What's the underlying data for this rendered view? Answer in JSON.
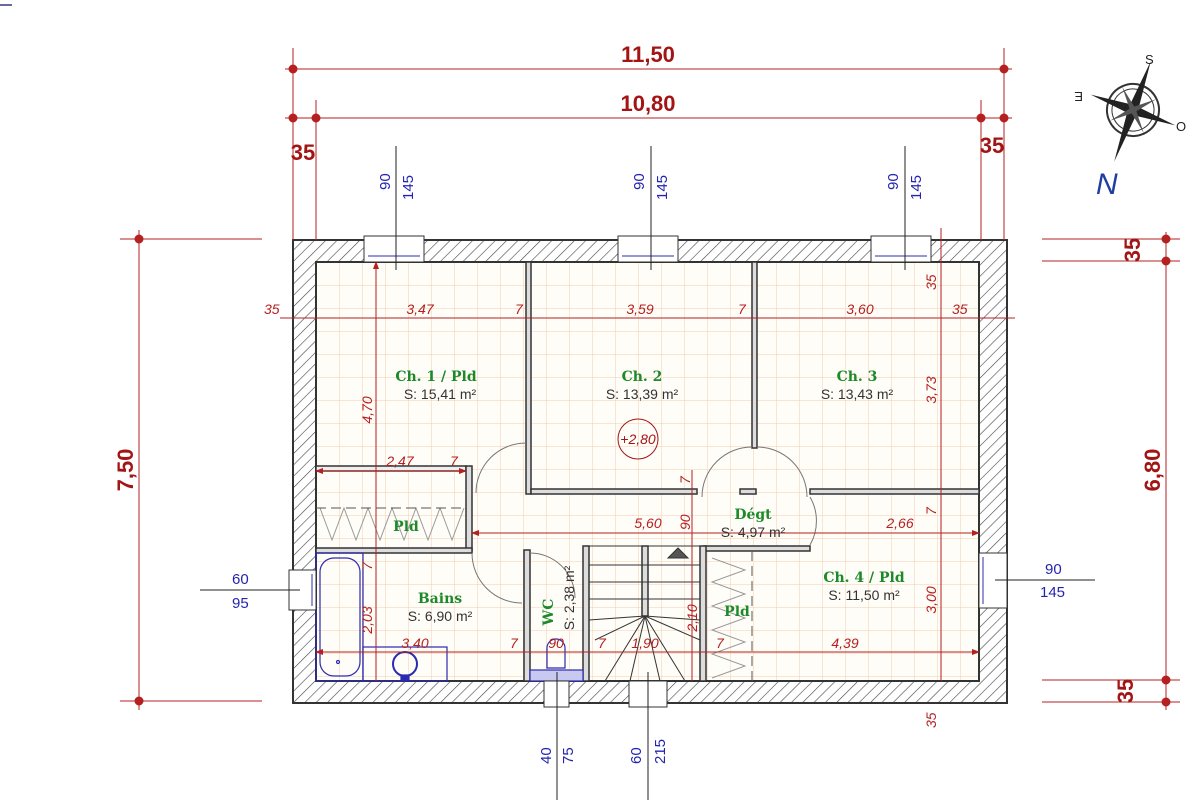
{
  "plan": {
    "overall": {
      "width_outer": "11,50",
      "width_inner": "10,80",
      "height_outer": "7,50",
      "height_inner": "6,80",
      "wall_left": "35",
      "wall_right": "35",
      "wall_top": "35",
      "wall_bottom": "35"
    },
    "windows": [
      {
        "id": "ch1-window",
        "w": "90",
        "h": "145"
      },
      {
        "id": "ch2-window",
        "w": "90",
        "h": "145"
      },
      {
        "id": "ch3-window",
        "w": "90",
        "h": "145"
      },
      {
        "id": "bains-window",
        "w": "60",
        "h": "95"
      },
      {
        "id": "ch4-window",
        "w": "90",
        "h": "145"
      },
      {
        "id": "wc-window",
        "w": "40",
        "h": "75"
      },
      {
        "id": "stair-window",
        "w": "60",
        "h": "215"
      }
    ],
    "rooms": [
      {
        "name": "Ch. 1 / Pld",
        "area": "S: 15,41 m²"
      },
      {
        "name": "Ch. 2",
        "area": "S: 13,39 m²"
      },
      {
        "name": "Ch. 3",
        "area": "S: 13,43 m²"
      },
      {
        "name": "Dégt",
        "area": "S: 4,97 m²"
      },
      {
        "name": "Ch. 4 / Pld",
        "area": "S: 11,50 m²"
      },
      {
        "name": "Bains",
        "area": "S: 6,90 m²"
      },
      {
        "name": "WC",
        "area": "S: 2,38 m²"
      },
      {
        "name": "Pld",
        "area": ""
      },
      {
        "name": "Pld",
        "area": ""
      }
    ],
    "interior_dims": {
      "row1": [
        "35",
        "3,47",
        "7",
        "3,59",
        "7",
        "3,60",
        "35"
      ],
      "ch1_depth": "4,70",
      "ch1_closet_width": "2,47",
      "ch1_closet_wall": "7",
      "ch3_top_wall": "35",
      "ch3_depth": "3,73",
      "ch3_wall": "7",
      "degt_length": "5,60",
      "degt_door_wall": "7",
      "degt_width": "90",
      "ch4_width": "2,66",
      "ch4_depth": "3,00",
      "bottom_wall": "35",
      "bains_wall": "7",
      "bains_depth": "2,03",
      "row_bottom": [
        "3,40",
        "7",
        "90",
        "7",
        "1,90",
        "7",
        "4,39"
      ],
      "stair_depth": "2,10",
      "ch2_wall": "7"
    },
    "level_marker": "+2,80",
    "compass": {
      "S": "S",
      "E": "E",
      "O": "O",
      "N": "N"
    }
  }
}
